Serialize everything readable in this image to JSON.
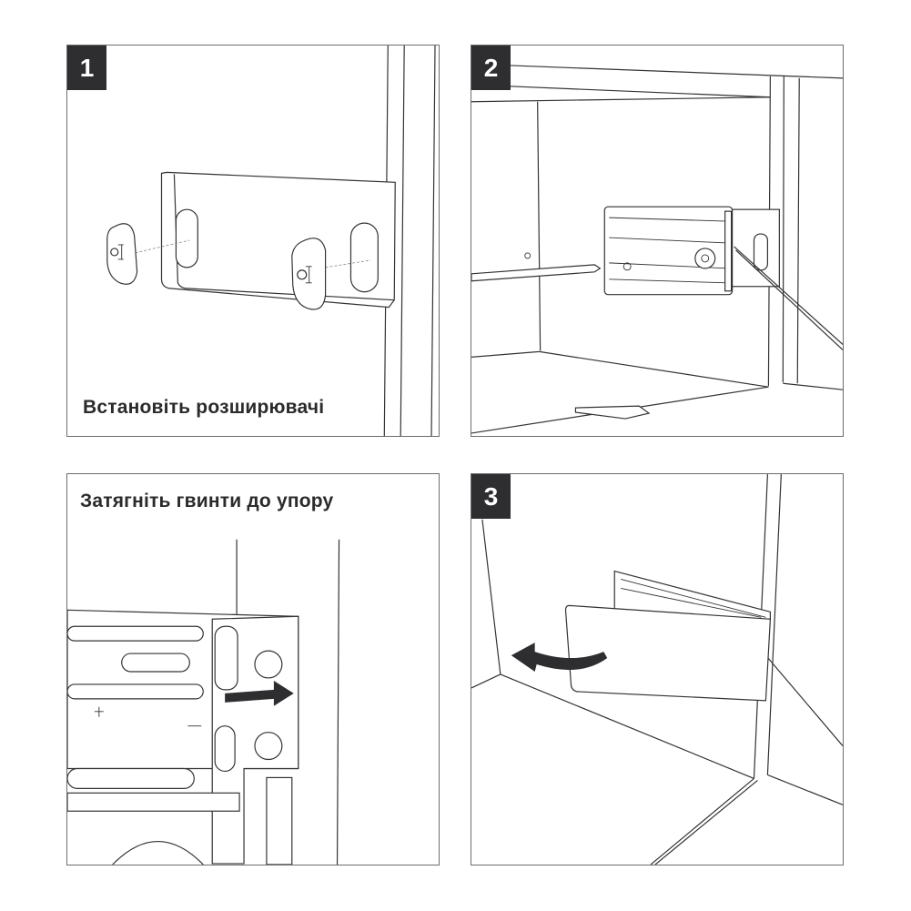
{
  "panels": [
    {
      "id": "panel-1",
      "badge": "1",
      "caption": "Встановіть розширювачі"
    },
    {
      "id": "panel-2",
      "badge": "2",
      "caption": ""
    },
    {
      "id": "panel-3",
      "badge": "",
      "caption": "Затягніть гвинти до упору"
    },
    {
      "id": "panel-4",
      "badge": "3",
      "caption": ""
    }
  ],
  "colors": {
    "badge_bg": "#2e2e30",
    "line": "#333333",
    "border": "#6d6d6d"
  }
}
